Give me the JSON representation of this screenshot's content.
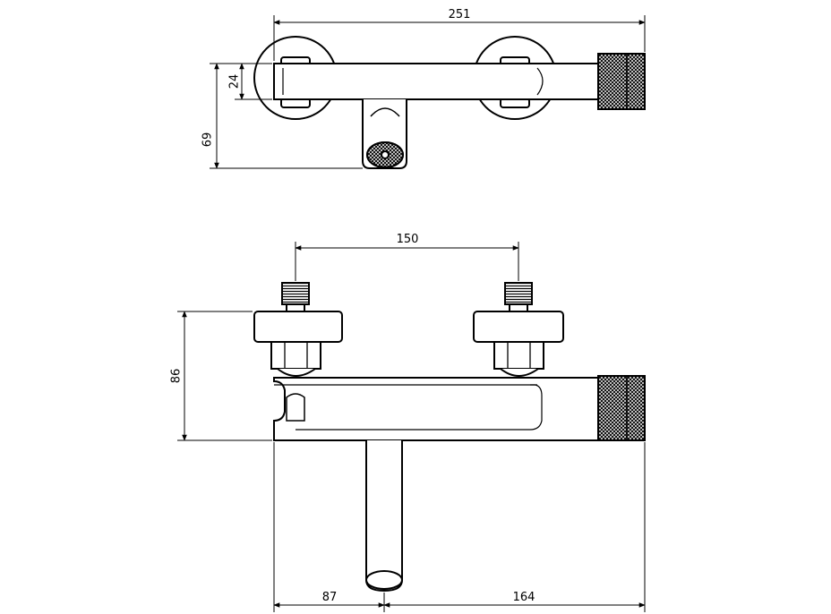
{
  "dimensions": {
    "top_total_width": "251",
    "top_bar_height": "24",
    "top_total_height": "69",
    "front_inlet_spacing": "150",
    "front_height": "86",
    "front_left_to_spout": "87",
    "front_spout_to_right": "164"
  },
  "colors": {
    "line": "#000000",
    "background": "#ffffff"
  }
}
